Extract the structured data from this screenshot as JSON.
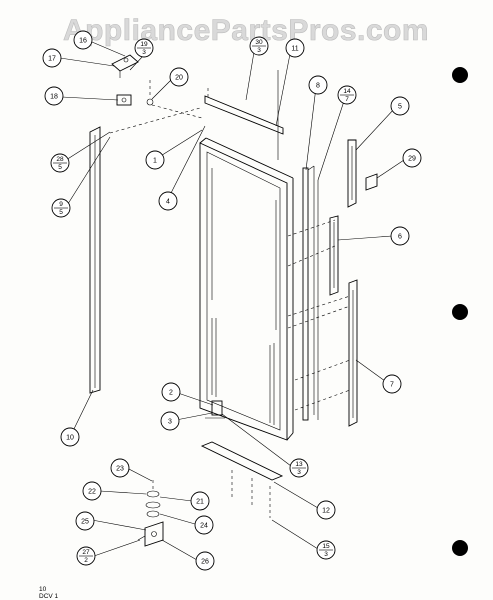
{
  "watermark": "AppliancePartsPros.com",
  "footer_code": "10",
  "footer_sub": "DCV 1",
  "callouts": [
    {
      "id": "c16",
      "text": "16"
    },
    {
      "id": "c19_3",
      "num": "19",
      "den": "3"
    },
    {
      "id": "c30_3",
      "num": "30",
      "den": "3"
    },
    {
      "id": "c11",
      "text": "11"
    },
    {
      "id": "c17",
      "text": "17"
    },
    {
      "id": "c20",
      "text": "20"
    },
    {
      "id": "c8",
      "text": "8"
    },
    {
      "id": "c14_7",
      "num": "14",
      "den": "7"
    },
    {
      "id": "c5",
      "text": "5"
    },
    {
      "id": "c18",
      "text": "18"
    },
    {
      "id": "c1",
      "text": "1"
    },
    {
      "id": "c28_5",
      "num": "28",
      "den": "5"
    },
    {
      "id": "c29",
      "text": "29"
    },
    {
      "id": "c4",
      "text": "4"
    },
    {
      "id": "c9_5",
      "num": "9",
      "den": "5"
    },
    {
      "id": "c6",
      "text": "6"
    },
    {
      "id": "c7",
      "text": "7"
    },
    {
      "id": "c2",
      "text": "2"
    },
    {
      "id": "c3",
      "text": "3"
    },
    {
      "id": "c10",
      "text": "10"
    },
    {
      "id": "c13_3",
      "num": "13",
      "den": "3"
    },
    {
      "id": "c23",
      "text": "23"
    },
    {
      "id": "c22",
      "text": "22"
    },
    {
      "id": "c21",
      "text": "21"
    },
    {
      "id": "c12",
      "text": "12"
    },
    {
      "id": "c24",
      "text": "24"
    },
    {
      "id": "c25",
      "text": "25"
    },
    {
      "id": "c15_3",
      "num": "15",
      "den": "3"
    },
    {
      "id": "c27_2",
      "num": "27",
      "den": "2"
    },
    {
      "id": "c26",
      "text": "26"
    }
  ]
}
